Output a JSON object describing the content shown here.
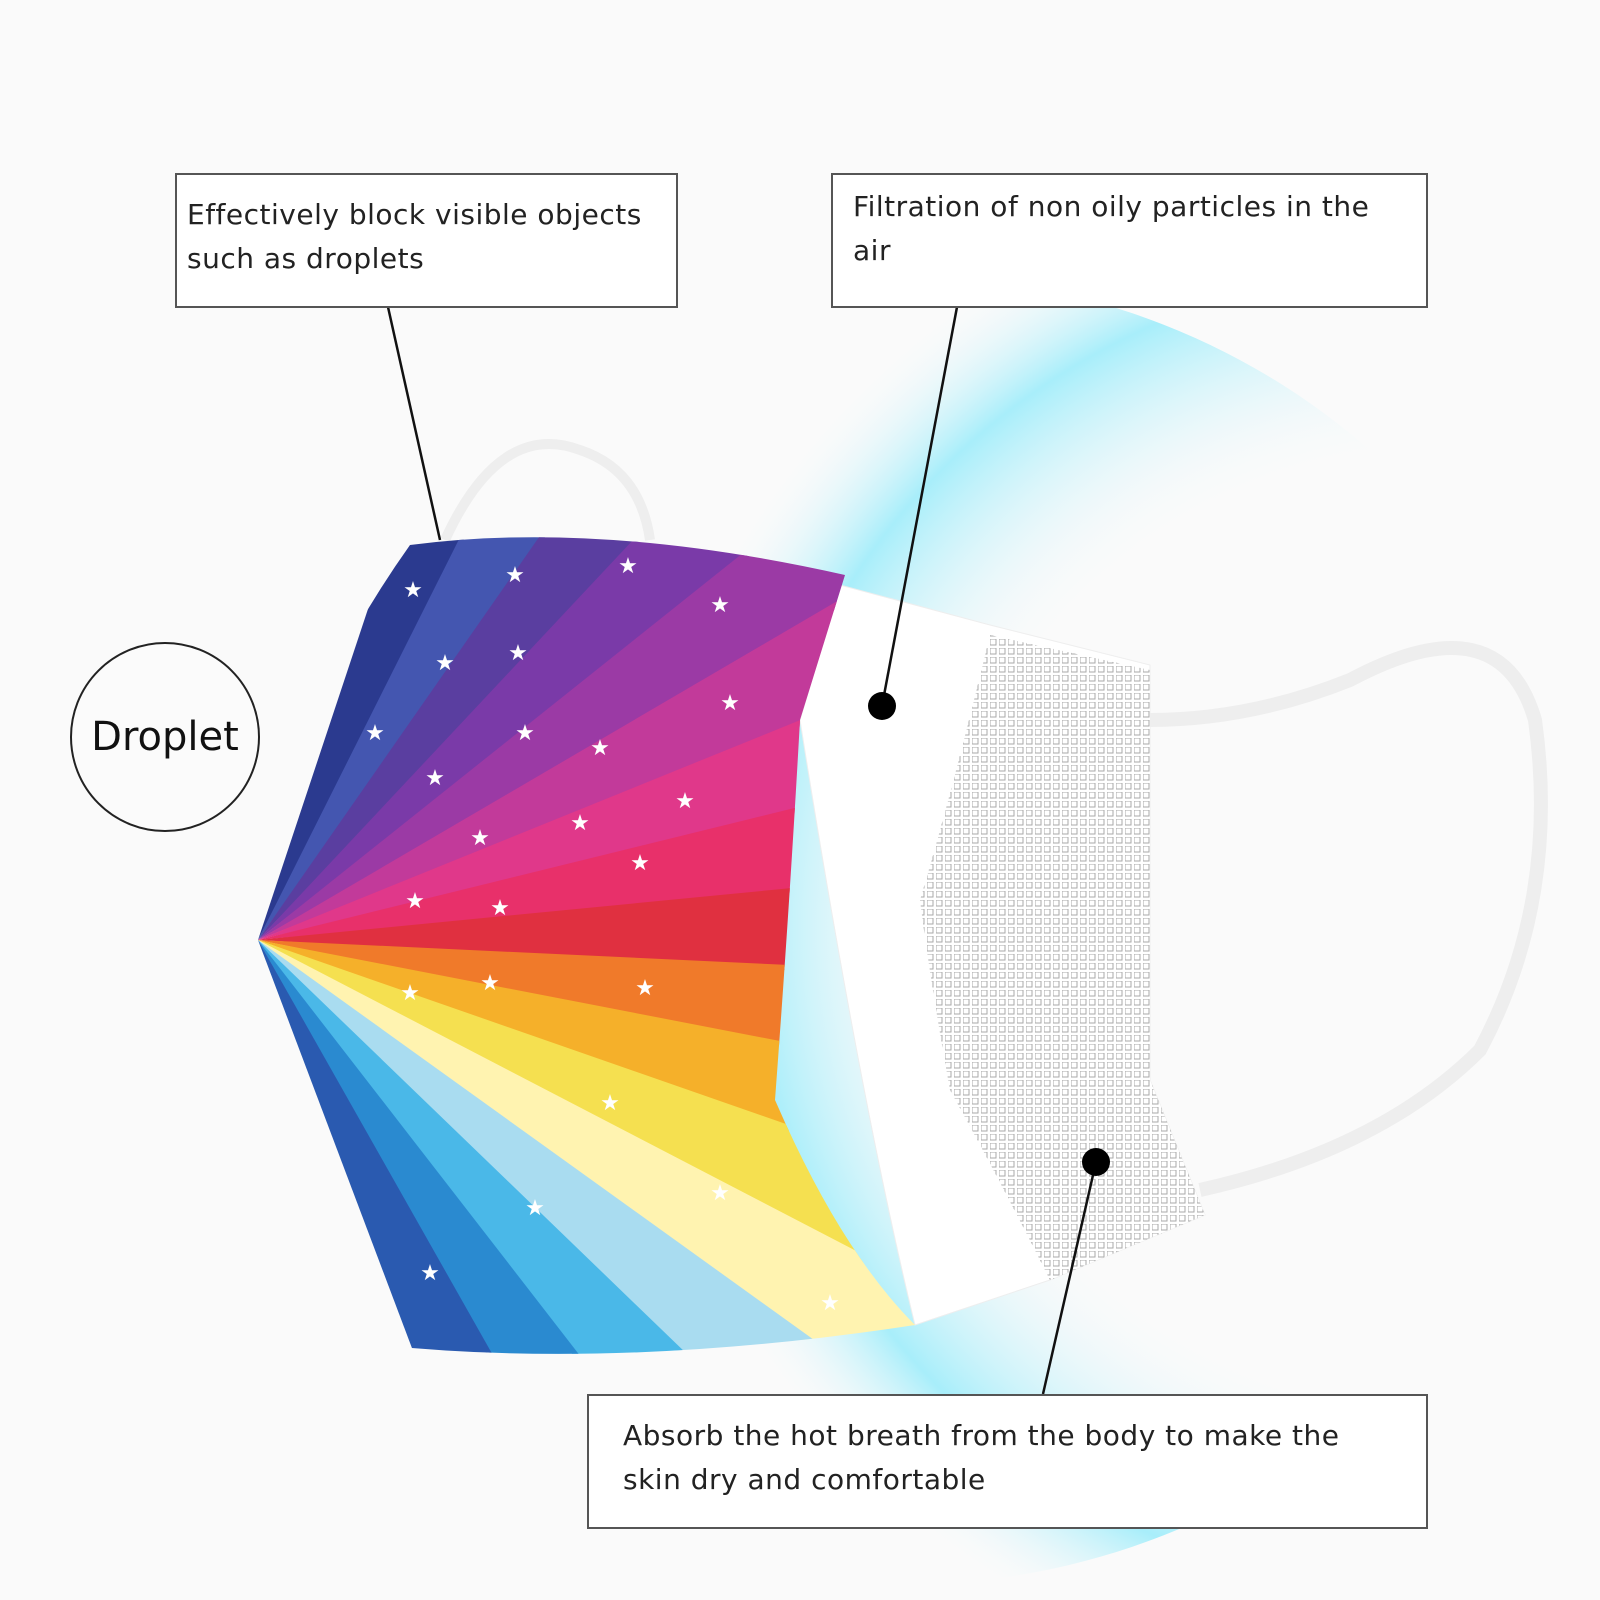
{
  "callouts": {
    "outer_layer": "Effectively block visible objects such as droplets",
    "middle_layer": "Filtration of non oily particles in the air",
    "inner_layer": "Absorb the hot breath from the body to make the skin dry and comfortable"
  },
  "droplet_label": "Droplet",
  "colors": {
    "halo": "#bfeffa",
    "line": "#111111"
  }
}
